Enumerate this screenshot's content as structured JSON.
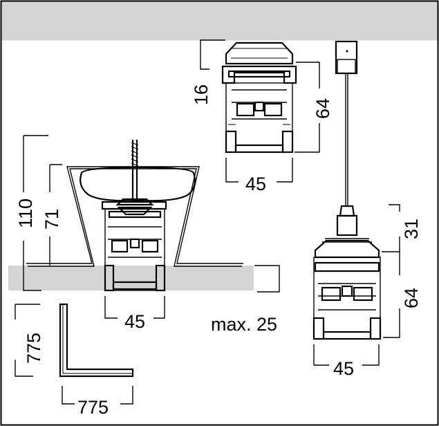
{
  "colors": {
    "ceiling": "#d4d4d4",
    "ink": "#000000",
    "background": "#ffffff"
  },
  "surface_mount": {
    "height": "16",
    "body_height": "64",
    "width": "45"
  },
  "recessed": {
    "total_height": "110",
    "body_height": "71",
    "width": "45",
    "ceiling_thickness": "max. 25"
  },
  "connector": {
    "leg_a": "775",
    "leg_b": "775"
  },
  "pendant": {
    "cap_height": "31",
    "body_height": "64",
    "width": "45"
  }
}
